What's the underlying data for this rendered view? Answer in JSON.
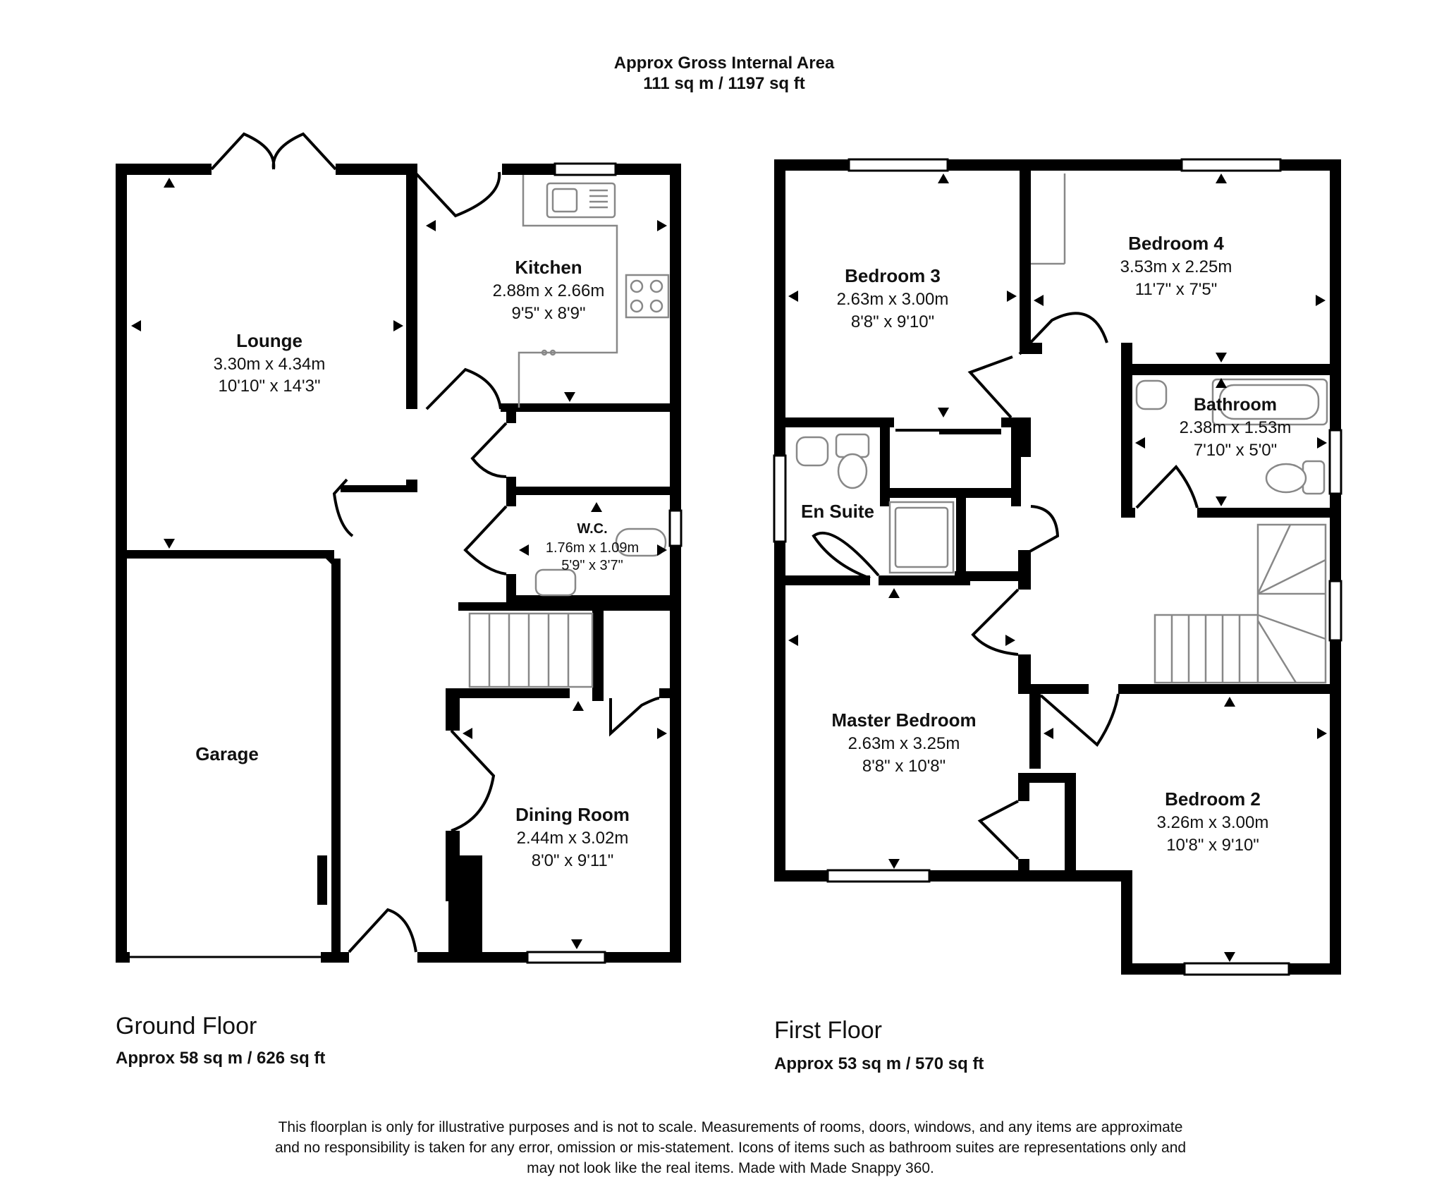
{
  "header": {
    "title_line1": "Approx Gross Internal Area",
    "title_line2": "111 sq m / 1197 sq ft"
  },
  "ground_floor": {
    "name": "Ground Floor",
    "area": "Approx 58 sq m / 626 sq ft",
    "rooms": {
      "lounge": {
        "name": "Lounge",
        "metric": "3.30m x 4.34m",
        "imperial": "10'10\" x 14'3\""
      },
      "kitchen": {
        "name": "Kitchen",
        "metric": "2.88m x 2.66m",
        "imperial": "9'5\" x 8'9\""
      },
      "wc": {
        "name": "W.C.",
        "metric": "1.76m x 1.09m",
        "imperial": "5'9\" x 3'7\""
      },
      "garage": {
        "name": "Garage"
      },
      "dining": {
        "name": "Dining Room",
        "metric": "2.44m x 3.02m",
        "imperial": "8'0\" x 9'11\""
      }
    }
  },
  "first_floor": {
    "name": "First Floor",
    "area": "Approx 53 sq m / 570 sq ft",
    "rooms": {
      "bedroom3": {
        "name": "Bedroom 3",
        "metric": "2.63m x 3.00m",
        "imperial": "8'8\" x 9'10\""
      },
      "bedroom4": {
        "name": "Bedroom 4",
        "metric": "3.53m x 2.25m",
        "imperial": "11'7\" x 7'5\""
      },
      "bathroom": {
        "name": "Bathroom",
        "metric": "2.38m x 1.53m",
        "imperial": "7'10\" x 5'0\""
      },
      "ensuite": {
        "name": "En Suite"
      },
      "master": {
        "name": "Master Bedroom",
        "metric": "2.63m x 3.25m",
        "imperial": "8'8\" x 10'8\""
      },
      "bedroom2": {
        "name": "Bedroom 2",
        "metric": "3.26m x 3.00m",
        "imperial": "10'8\" x 9'10\""
      }
    }
  },
  "disclaimer": {
    "line1": "This floorplan is only for illustrative purposes and is not to scale. Measurements of rooms, doors, windows, and any items are approximate",
    "line2": "and no responsibility is taken for any error, omission or mis-statement. Icons of items such as bathroom suites are representations only and",
    "line3": "may not look like the real items. Made with Made Snappy 360."
  }
}
